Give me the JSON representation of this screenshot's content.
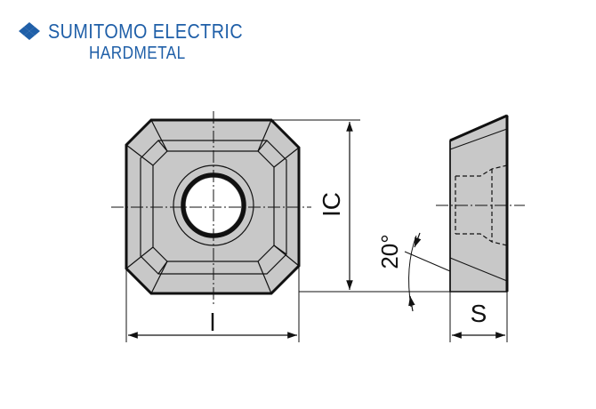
{
  "brand": {
    "line1": "SUMITOMO ELECTRIC",
    "line2": "HARDMETAL",
    "color": "#1f5fa8",
    "logo_icon": "sumitomo-diamond-icon"
  },
  "drawing": {
    "insert_fill": "#c8c8c8",
    "line_color": "#111111",
    "labels": {
      "edge_length": "l",
      "inscribed_circle": "IC",
      "clearance_angle": "20°",
      "thickness": "S"
    }
  }
}
